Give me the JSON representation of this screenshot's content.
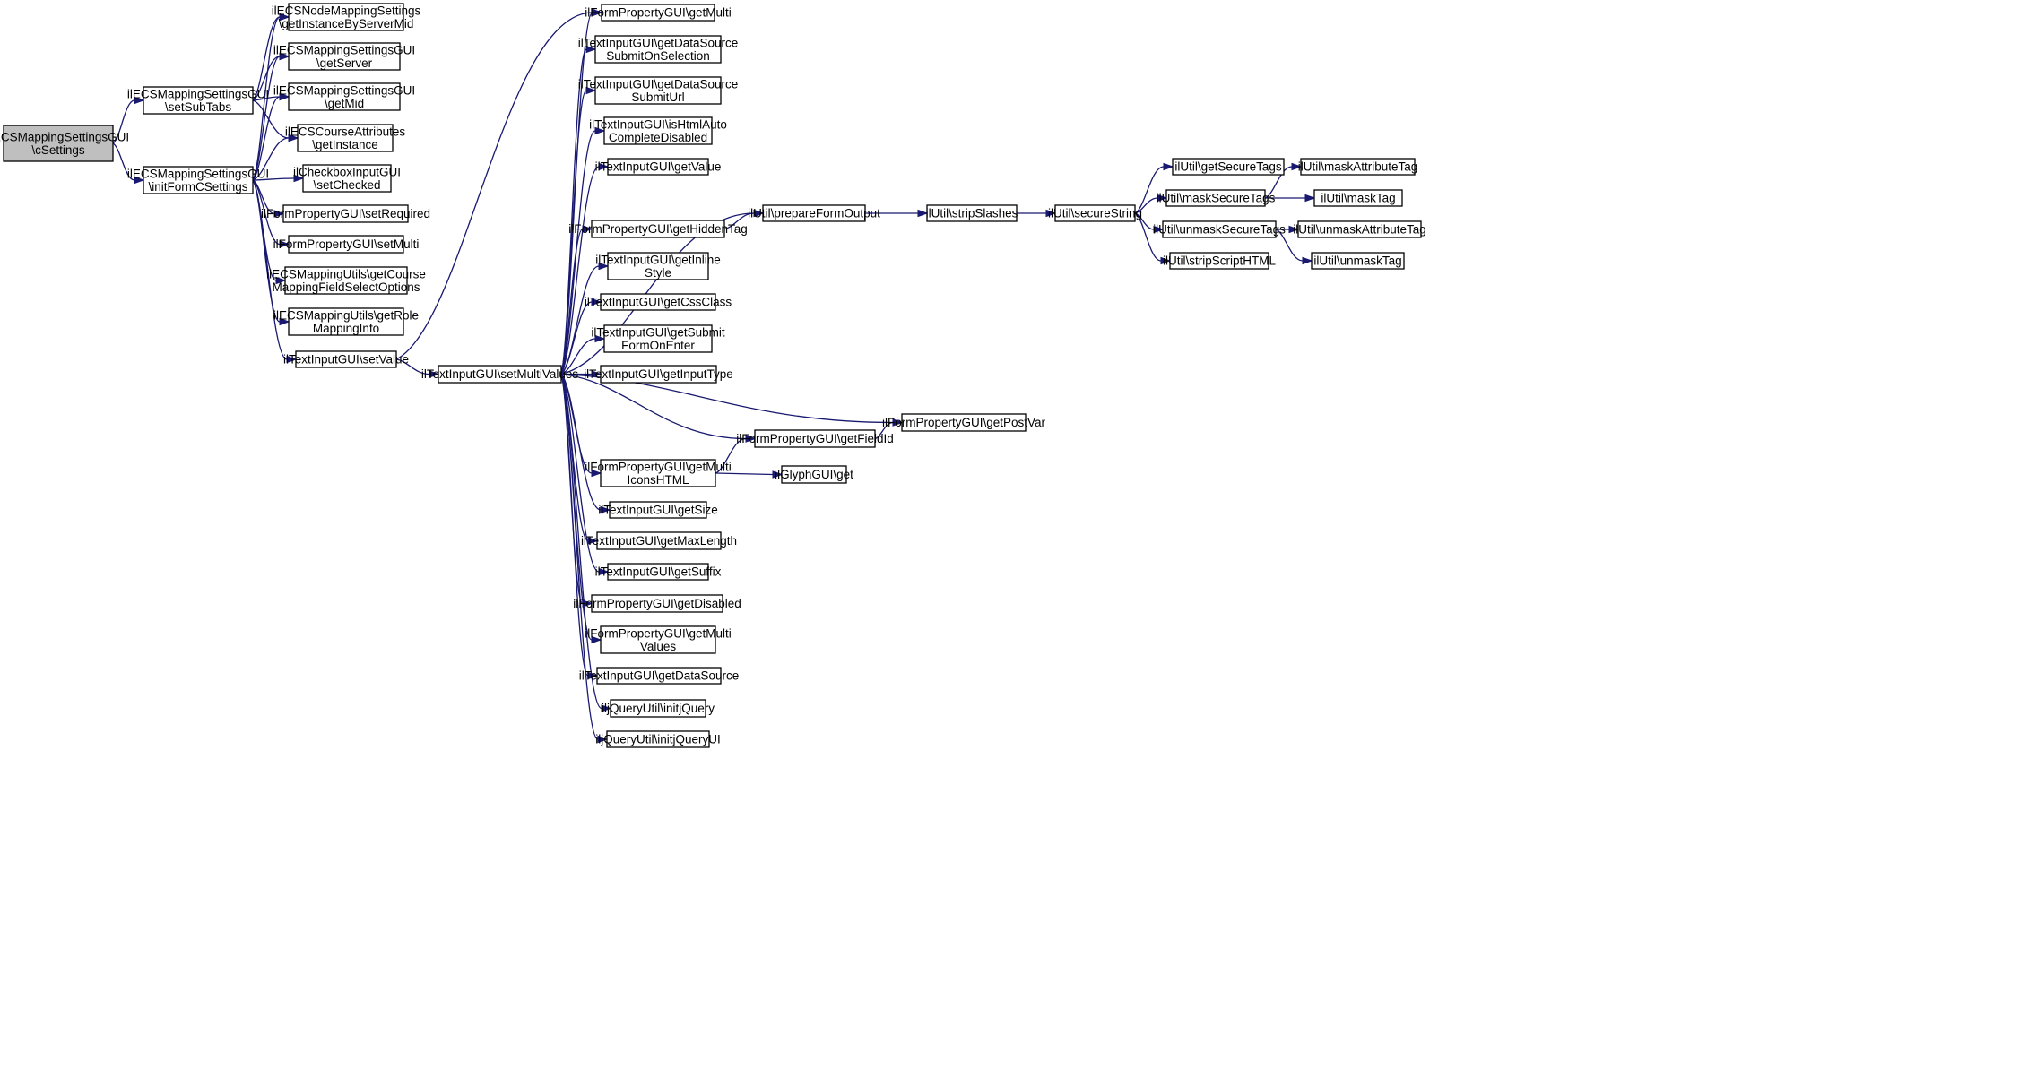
{
  "diagram": {
    "nodes": [
      {
        "id": "root",
        "lines": [
          "ilECSMappingSettingsGUI",
          "\\cSettings"
        ],
        "highlighted": true
      },
      {
        "id": "setSubTabs",
        "lines": [
          "ilECSMappingSettingsGUI",
          "\\setSubTabs"
        ]
      },
      {
        "id": "initFormCSettings",
        "lines": [
          "ilECSMappingSettingsGUI",
          "\\initFormCSettings"
        ]
      },
      {
        "id": "getInstanceByServerMid",
        "lines": [
          "ilECSNodeMappingSettings",
          "\\getInstanceByServerMid"
        ]
      },
      {
        "id": "getServer",
        "lines": [
          "ilECSMappingSettingsGUI",
          "\\getServer"
        ]
      },
      {
        "id": "getMid",
        "lines": [
          "ilECSMappingSettingsGUI",
          "\\getMid"
        ]
      },
      {
        "id": "getInstance",
        "lines": [
          "ilECSCourseAttributes",
          "\\getInstance"
        ]
      },
      {
        "id": "setChecked",
        "lines": [
          "ilCheckboxInputGUI",
          "\\setChecked"
        ]
      },
      {
        "id": "setRequired",
        "lines": [
          "ilFormPropertyGUI\\setRequired"
        ]
      },
      {
        "id": "setMulti",
        "lines": [
          "ilFormPropertyGUI\\setMulti"
        ]
      },
      {
        "id": "getCourseMapping",
        "lines": [
          "ilECSMappingUtils\\getCourse",
          "MappingFieldSelectOptions"
        ]
      },
      {
        "id": "getRoleMapping",
        "lines": [
          "ilECSMappingUtils\\getRole",
          "MappingInfo"
        ]
      },
      {
        "id": "setValue",
        "lines": [
          "ilTextInputGUI\\setValue"
        ]
      },
      {
        "id": "setMultiValues",
        "lines": [
          "ilTextInputGUI\\setMultiValues"
        ]
      },
      {
        "id": "getMulti",
        "lines": [
          "ilFormPropertyGUI\\getMulti"
        ]
      },
      {
        "id": "getDSSubmitOnSel",
        "lines": [
          "ilTextInputGUI\\getDataSource",
          "SubmitOnSelection"
        ]
      },
      {
        "id": "getDSSubmitUrl",
        "lines": [
          "ilTextInputGUI\\getDataSource",
          "SubmitUrl"
        ]
      },
      {
        "id": "isHtmlAuto",
        "lines": [
          "ilTextInputGUI\\isHtmlAuto",
          "CompleteDisabled"
        ]
      },
      {
        "id": "getValue",
        "lines": [
          "ilTextInputGUI\\getValue"
        ]
      },
      {
        "id": "getHiddenTag",
        "lines": [
          "ilFormPropertyGUI\\getHiddenTag"
        ]
      },
      {
        "id": "getInlineStyle",
        "lines": [
          "ilTextInputGUI\\getInline",
          "Style"
        ]
      },
      {
        "id": "getCssClass",
        "lines": [
          "ilTextInputGUI\\getCssClass"
        ]
      },
      {
        "id": "getSubmitFormOnEnter",
        "lines": [
          "ilTextInputGUI\\getSubmit",
          "FormOnEnter"
        ]
      },
      {
        "id": "getInputType",
        "lines": [
          "ilTextInputGUI\\getInputType"
        ]
      },
      {
        "id": "getMultiIconsHTML",
        "lines": [
          "ilFormPropertyGUI\\getMulti",
          "IconsHTML"
        ]
      },
      {
        "id": "getSize",
        "lines": [
          "ilTextInputGUI\\getSize"
        ]
      },
      {
        "id": "getMaxLength",
        "lines": [
          "ilTextInputGUI\\getMaxLength"
        ]
      },
      {
        "id": "getSuffix",
        "lines": [
          "ilTextInputGUI\\getSuffix"
        ]
      },
      {
        "id": "getDisabled",
        "lines": [
          "ilFormPropertyGUI\\getDisabled"
        ]
      },
      {
        "id": "getMultiValues",
        "lines": [
          "ilFormPropertyGUI\\getMulti",
          "Values"
        ]
      },
      {
        "id": "getDataSource",
        "lines": [
          "ilTextInputGUI\\getDataSource"
        ]
      },
      {
        "id": "initjQuery",
        "lines": [
          "iljQueryUtil\\initjQuery"
        ]
      },
      {
        "id": "initjQueryUI",
        "lines": [
          "iljQueryUtil\\initjQueryUI"
        ]
      },
      {
        "id": "prepareFormOutput",
        "lines": [
          "ilUtil\\prepareFormOutput"
        ]
      },
      {
        "id": "getFieldId",
        "lines": [
          "ilFormPropertyGUI\\getFieldId"
        ]
      },
      {
        "id": "glyphGet",
        "lines": [
          "ilGlyphGUI\\get"
        ]
      },
      {
        "id": "getPostVar",
        "lines": [
          "ilFormPropertyGUI\\getPostVar"
        ]
      },
      {
        "id": "stripSlashes",
        "lines": [
          "ilUtil\\stripSlashes"
        ]
      },
      {
        "id": "secureString",
        "lines": [
          "ilUtil\\secureString"
        ]
      },
      {
        "id": "getSecureTags",
        "lines": [
          "ilUtil\\getSecureTags"
        ]
      },
      {
        "id": "maskSecureTags",
        "lines": [
          "ilUtil\\maskSecureTags"
        ]
      },
      {
        "id": "unmaskSecureTags",
        "lines": [
          "ilUtil\\unmaskSecureTags"
        ]
      },
      {
        "id": "stripScriptHTML",
        "lines": [
          "ilUtil\\stripScriptHTML"
        ]
      },
      {
        "id": "maskAttributeTag",
        "lines": [
          "ilUtil\\maskAttributeTag"
        ]
      },
      {
        "id": "maskTag",
        "lines": [
          "ilUtil\\maskTag"
        ]
      },
      {
        "id": "unmaskAttributeTag",
        "lines": [
          "ilUtil\\unmaskAttributeTag"
        ]
      },
      {
        "id": "unmaskTag",
        "lines": [
          "ilUtil\\unmaskTag"
        ]
      }
    ],
    "edges": [
      [
        "root",
        "setSubTabs"
      ],
      [
        "root",
        "initFormCSettings"
      ],
      [
        "setSubTabs",
        "getInstanceByServerMid"
      ],
      [
        "setSubTabs",
        "getServer"
      ],
      [
        "setSubTabs",
        "getMid"
      ],
      [
        "setSubTabs",
        "getInstance"
      ],
      [
        "initFormCSettings",
        "getInstanceByServerMid"
      ],
      [
        "initFormCSettings",
        "getServer"
      ],
      [
        "initFormCSettings",
        "getMid"
      ],
      [
        "initFormCSettings",
        "getInstance"
      ],
      [
        "initFormCSettings",
        "setChecked"
      ],
      [
        "initFormCSettings",
        "setRequired"
      ],
      [
        "initFormCSettings",
        "setMulti"
      ],
      [
        "initFormCSettings",
        "getCourseMapping"
      ],
      [
        "initFormCSettings",
        "getRoleMapping"
      ],
      [
        "initFormCSettings",
        "setValue"
      ],
      [
        "setValue",
        "getMulti"
      ],
      [
        "setValue",
        "setMultiValues"
      ],
      [
        "setMultiValues",
        "getMulti"
      ],
      [
        "setMultiValues",
        "getDSSubmitOnSel"
      ],
      [
        "setMultiValues",
        "getDSSubmitUrl"
      ],
      [
        "setMultiValues",
        "isHtmlAuto"
      ],
      [
        "setMultiValues",
        "getValue"
      ],
      [
        "setMultiValues",
        "prepareFormOutput"
      ],
      [
        "setMultiValues",
        "getHiddenTag"
      ],
      [
        "setMultiValues",
        "getInlineStyle"
      ],
      [
        "setMultiValues",
        "getCssClass"
      ],
      [
        "setMultiValues",
        "getSubmitFormOnEnter"
      ],
      [
        "setMultiValues",
        "getInputType"
      ],
      [
        "setMultiValues",
        "getPostVar"
      ],
      [
        "setMultiValues",
        "getFieldId"
      ],
      [
        "setMultiValues",
        "getMultiIconsHTML"
      ],
      [
        "setMultiValues",
        "getSize"
      ],
      [
        "setMultiValues",
        "getMaxLength"
      ],
      [
        "setMultiValues",
        "getSuffix"
      ],
      [
        "setMultiValues",
        "getDisabled"
      ],
      [
        "setMultiValues",
        "getMultiValues"
      ],
      [
        "setMultiValues",
        "getDataSource"
      ],
      [
        "setMultiValues",
        "initjQuery"
      ],
      [
        "setMultiValues",
        "initjQueryUI"
      ],
      [
        "getHiddenTag",
        "prepareFormOutput"
      ],
      [
        "prepareFormOutput",
        "stripSlashes"
      ],
      [
        "stripSlashes",
        "secureString"
      ],
      [
        "secureString",
        "getSecureTags"
      ],
      [
        "secureString",
        "maskSecureTags"
      ],
      [
        "secureString",
        "unmaskSecureTags"
      ],
      [
        "secureString",
        "stripScriptHTML"
      ],
      [
        "maskSecureTags",
        "maskAttributeTag"
      ],
      [
        "maskSecureTags",
        "maskTag"
      ],
      [
        "unmaskSecureTags",
        "unmaskAttributeTag"
      ],
      [
        "unmaskSecureTags",
        "unmaskTag"
      ],
      [
        "getFieldId",
        "getPostVar"
      ],
      [
        "getMultiIconsHTML",
        "getFieldId"
      ],
      [
        "getMultiIconsHTML",
        "glyphGet"
      ]
    ]
  }
}
